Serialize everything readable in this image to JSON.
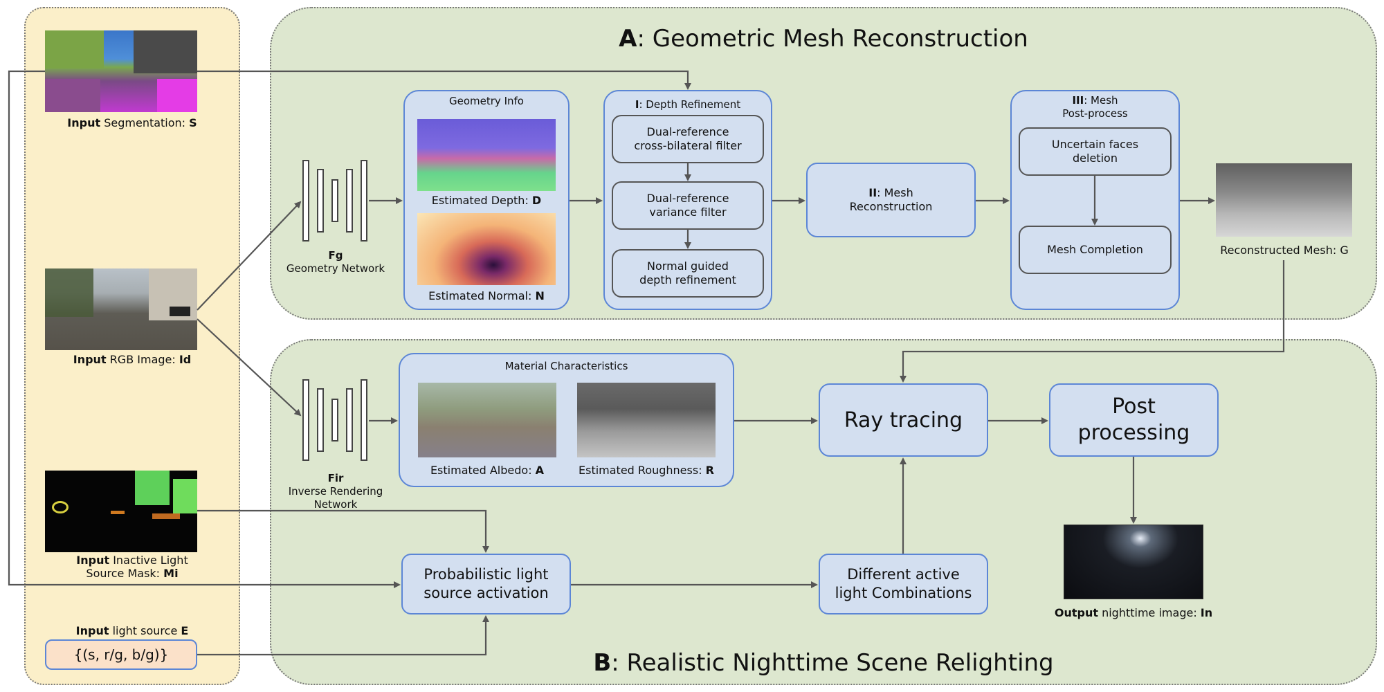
{
  "panels": {
    "a_title_letter": "A",
    "a_title_rest": ": Geometric Mesh Reconstruction",
    "b_title_letter": "B",
    "b_title_rest": ": Realistic Nighttime Scene Relighting"
  },
  "inputs": {
    "segmentation": {
      "bold": "Input",
      "text": " Segmentation: ",
      "sym": "S"
    },
    "rgb": {
      "bold": "Input",
      "text": " RGB Image: ",
      "sym": "Id"
    },
    "mask": {
      "bold": "Input",
      "line1": " Inactive Light",
      "line2": "Source Mask: ",
      "sym": "Mi"
    },
    "light": {
      "bold": "Input",
      "text": " light source ",
      "sym": "E",
      "value": "{(s, r/g, b/g)}"
    }
  },
  "geometry_network": {
    "sym": "Fg",
    "label": "Geometry Network"
  },
  "inverse_network": {
    "sym": "Fir",
    "label": "Inverse Rendering\nNetwork"
  },
  "geometry_info": {
    "title": "Geometry Info",
    "depth": {
      "text": "Estimated Depth: ",
      "sym": "D"
    },
    "normal": {
      "text": "Estimated Normal: ",
      "sym": "N"
    }
  },
  "depth_refinement": {
    "title_bold": "I",
    "title_rest": ": Depth Refinement",
    "steps": [
      "Dual-reference\ncross-bilateral filter",
      "Dual-reference\nvariance filter",
      "Normal guided\ndepth refinement"
    ]
  },
  "mesh_reconstruction": {
    "bold": "II",
    "rest": ": Mesh",
    "line2": "Reconstruction"
  },
  "mesh_postprocess": {
    "bold": "III",
    "rest": ": Mesh",
    "line2": "Post-process",
    "steps": [
      "Uncertain faces\ndeletion",
      "Mesh Completion"
    ]
  },
  "reconstructed_mesh": {
    "text": "Reconstructed Mesh: G"
  },
  "material": {
    "title": "Material Characteristics",
    "albedo": {
      "text": "Estimated Albedo: ",
      "sym": "A"
    },
    "roughness": {
      "text": "Estimated Roughness: ",
      "sym": "R"
    }
  },
  "ray_tracing": "Ray tracing",
  "post_processing": "Post\nprocessing",
  "probabilistic": "Probabilistic light\nsource activation",
  "combinations": "Different active\nlight Combinations",
  "output": {
    "bold": "Output",
    "text": " nighttime image: ",
    "sym": "In"
  }
}
